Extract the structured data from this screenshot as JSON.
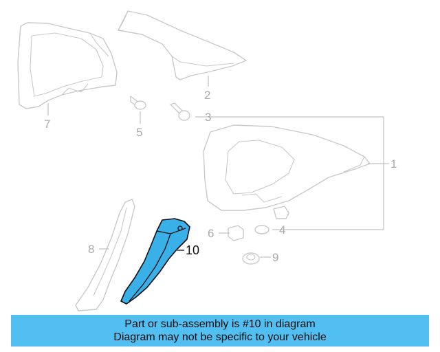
{
  "colors": {
    "highlight_part": "#3ab0e8",
    "banner_background": "#52bff2",
    "ghost_part_stroke": "#c9c9c9",
    "callout_text": "#a9a9a9",
    "highlight_callout_text": "#111111"
  },
  "callouts": {
    "c1": "1",
    "c2": "2",
    "c3": "3",
    "c4": "4",
    "c5": "5",
    "c6": "6",
    "c7": "7",
    "c8": "8",
    "c9": "9",
    "c10": "10"
  },
  "highlighted_part": "10",
  "banner": {
    "line1": "Part or sub-assembly is #10 in diagram",
    "line2": "Diagram may not be specific to your vehicle"
  }
}
